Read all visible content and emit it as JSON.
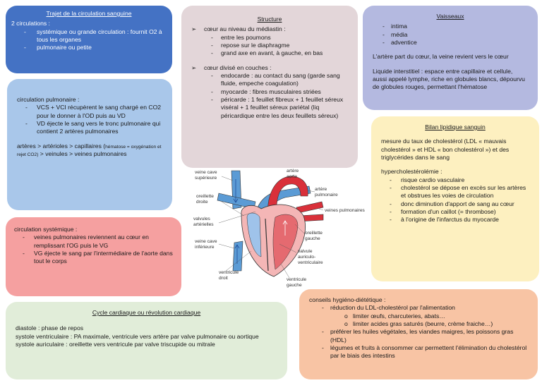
{
  "trajet": {
    "title": "Trajet de la circulation sanguine",
    "intro": "2 circulations :",
    "items": [
      "systémique ou grande circulation : fournit O2 à tous les organes",
      "pulmonaire ou petite"
    ]
  },
  "structure": {
    "title": "Structure",
    "point1": "cœur au niveau du médiastin :",
    "point1_items": [
      "entre les poumons",
      "repose sur le diaphragme",
      "grand axe en avant, à gauche, en bas"
    ],
    "point2": "cœur divisé en couches :",
    "point2_items": [
      "endocarde : au contact du sang (garde sang fluide, empeche coagulation)",
      "myocarde : fibres musculaires striées",
      "péricarde : 1 feuillet fibreux + 1 feuillet séreux viséral + 1 feuillet séreux pariétal (liq péricardique entre les deux feuillets séreux)"
    ]
  },
  "vaisseaux": {
    "title": "Vaisseaux",
    "items": [
      "intima",
      "média",
      "adventice"
    ],
    "text1": "L'artère part du cœur, la veine revient vers le cœur",
    "text2": "Liquide interstitiel : espace entre capillaire et cellule, aussi appelé lymphe, riche en globules blancs, dépourvu de globules rouges, permettant l'hématose"
  },
  "pulmonaire": {
    "heading": "circulation pulmonaire :",
    "items": [
      "VCS + VCI récupèrent le sang chargé en CO2 pour le donner à l'OD puis au VD",
      "VD éjecte le sang vers le tronc pulmonaire qui contient 2 artères pulmonaires"
    ],
    "chain_a": "artères > artérioles > capillaires (",
    "chain_small": "hématose = oxygénation et rejet CO2)",
    "chain_b": " > veinules > veines pulmonaires"
  },
  "bilan": {
    "title": "Bilan lipidique sanguin",
    "text1": "mesure du taux de cholestérol (LDL « mauvais cholestérol » et HDL « bon cholestérol ») et des triglycérides dans le sang",
    "text2": "hypercholestérolémie :",
    "items": [
      "risque cardio vasculaire",
      "cholestérol se dépose en excès sur les artères et obstrues les voies de circulation",
      "donc diminution d'apport de sang au cœur",
      "formation d'un caillot (= thrombose)",
      "à l'origine de l'infarctus du myocarde"
    ]
  },
  "systemique": {
    "heading": "circulation systémique :",
    "items": [
      "veines pulmonaires reviennent au cœur en remplissant l'OG puis le VG",
      "VG éjecte le sang par l'intermédiaire de l'aorte dans tout le corps"
    ]
  },
  "cycle": {
    "title": "Cycle cardiaque ou révolution cardiaque",
    "lines": [
      "diastole : phase de repos",
      "systole ventriculaire : PA maximale, ventricule vers artère par valve pulmonaire ou aortique",
      "systole auriculaire : oreillette vers ventricule par valve triscupide ou mitrale"
    ]
  },
  "conseils": {
    "heading": "conseils hygiéno-diététique :",
    "item1": "réduction du LDL-cholestérol par l'alimentation",
    "sub": [
      "limiter œufs, charcuteries, abats…",
      "limiter acides gras saturés (beurre, crème fraiche…)"
    ],
    "item2": "préférer les huiles végétales, les viandes maigres, les poissons gras (HDL)",
    "item3": "légumes et fruits à consommer car permettent l'élimination du cholestérol par le biais des intestins"
  },
  "diagram": {
    "labels": {
      "vcs1": "veine cave",
      "vcs2": "supérieure",
      "artere1": "artère",
      "artere2": "aorte",
      "ap1": "artère",
      "ap2": "pulmonaire",
      "og1": "oreillette",
      "og2": "droite",
      "vp": "veines pulmonaires",
      "va1": "valvules",
      "va2": "artérielles",
      "ogg1": "oreillette",
      "ogg2": "gauche",
      "vci1": "veine cave",
      "vci2": "inférieure",
      "vav1": "valvule",
      "vav2": "auriculo-",
      "vav3": "ventriculaire",
      "vd1": "ventricule",
      "vd2": "droit",
      "vg1": "ventricule",
      "vg2": "gauche"
    },
    "colors": {
      "blue": "#5b9bd5",
      "red": "#d9303a",
      "pink": "#f4b6b6",
      "outline": "#333333"
    }
  }
}
